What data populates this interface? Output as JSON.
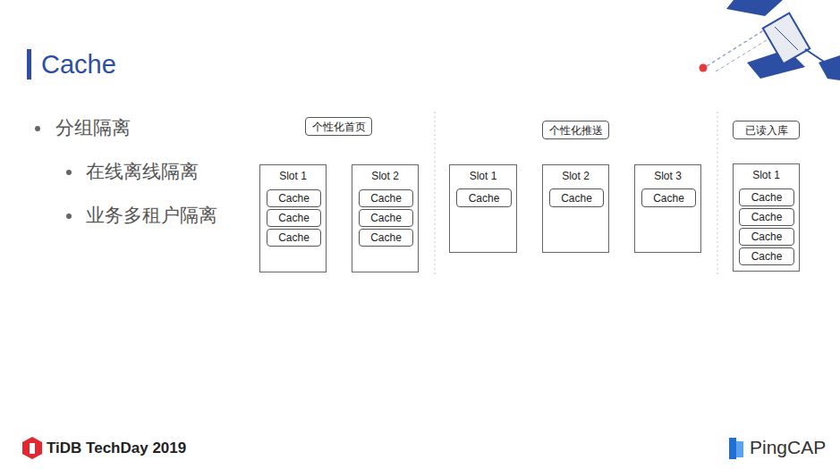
{
  "diagram": {
    "title": "Cache",
    "nodes": [
      {
        "text": [
          "个性化首页"
        ]
      },
      {
        "text": [
          "Slot 1"
        ]
      },
      {
        "text": [
          "Cache"
        ],
        "in": 1
      },
      {
        "text": [
          "Cache"
        ],
        "in": 1
      },
      {
        "text": [
          "Cache"
        ],
        "in": 1
      },
      {
        "text": [
          "Slot 2"
        ]
      },
      {
        "text": [
          "Cache"
        ],
        "in": 5
      },
      {
        "text": [
          "Cache"
        ],
        "in": 5
      },
      {
        "text": [
          "Cache"
        ],
        "in": 5
      },
      {
        "text": [
          "个性化推送"
        ]
      },
      {
        "text": [
          "Slot 1"
        ]
      },
      {
        "text": [
          "Cache"
        ],
        "in": 10
      },
      {
        "text": [
          "Slot 2"
        ]
      },
      {
        "text": [
          "Cache"
        ],
        "in": 12
      },
      {
        "text": [
          "Slot 3"
        ]
      },
      {
        "text": [
          "Cache"
        ],
        "in": 14
      },
      {
        "text": [
          "已读入库"
        ]
      },
      {
        "text": [
          "Slot 1"
        ]
      },
      {
        "text": [
          "Cache"
        ],
        "in": 17
      },
      {
        "text": [
          "Cache"
        ],
        "in": 17
      },
      {
        "text": [
          "Cache"
        ],
        "in": 17
      },
      {
        "text": [
          "Cache"
        ],
        "in": 17
      }
    ],
    "labels": [
      "分组隔离",
      "在线离线隔离",
      "业务多租户隔离",
      "TiDB TechDay 2019",
      "PingCAP"
    ]
  }
}
